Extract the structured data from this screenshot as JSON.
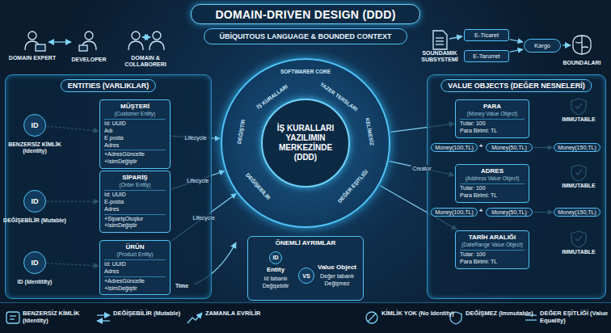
{
  "diagram": {
    "title": "DOMAIN-DRIVEN DESIGN (DDD)",
    "nodes": [
      {
        "text": [
          "ÜBİQUITOUS LANGUAGE & BOUNDED CONTEXT"
        ]
      },
      {
        "text": [
          "E-Ticaret"
        ]
      },
      {
        "text": [
          "E-Tarurret"
        ]
      },
      {
        "text": [
          "Kargo"
        ]
      },
      {
        "text": [
          "ENTITIES (VARLIKLAR)"
        ]
      },
      {
        "text": [
          "ID",
          "BENZERSİZ KİMLİK (Identity)"
        ],
        "in": 4
      },
      {
        "text": [
          "MÜŞTERİ",
          "(Customer Entity)",
          "Id: UUID",
          "Adı",
          "E posta",
          "Adres",
          "+AdresGüncelle",
          "+IsimDeğiştir"
        ],
        "in": 4
      },
      {
        "text": [
          "ID",
          "DEĞİŞEBİLİR (Mutable)"
        ],
        "in": 4
      },
      {
        "text": [
          "SİPARİŞ",
          "(Order Entity)",
          "Id: UUID",
          "E-posta",
          "Adres",
          "+SiparişOluştur",
          "+IsimDeğiştir"
        ],
        "in": 4
      },
      {
        "text": [
          "ID",
          "ID (Identitity)"
        ],
        "in": 4
      },
      {
        "text": [
          "ÜRÜN",
          "(Product Entity)",
          "Id: UUID",
          "Adres",
          "+AdresGüncelle",
          "+IsimDeğiştir"
        ],
        "in": 4
      },
      {
        "text": [
          "SOFTWARER CORE",
          "İŞ KURALLARI",
          "YAZER TERSLARI",
          "KELİMESİZ",
          "DEĞİŞTİR",
          "DEĞİŞEBİLİR",
          "DEĞER EŞİTLİĞİ"
        ]
      },
      {
        "text": [
          "İŞ KURALLARI YAZILIMIN MERKEZİNDE (DDD)"
        ],
        "in": 11
      },
      {
        "text": [
          "ÖNEMLİ AYRIMLAR"
        ]
      },
      {
        "text": [
          "ID",
          "Entity",
          "Id tabanlı",
          "Değişebilir"
        ],
        "in": 13
      },
      {
        "text": [
          "VS"
        ],
        "in": 13
      },
      {
        "text": [
          "Value Object",
          "Değer tabanlı",
          "Değişmez"
        ],
        "in": 13
      },
      {
        "text": [
          "VALUE OBJECTS (DEĞER NESNELERİ)"
        ]
      },
      {
        "text": [
          "PARA",
          "(Money Value Object)",
          "Tutar: 100",
          "Para Birimi: TL"
        ],
        "in": 17
      },
      {
        "text": [
          "Money(100,TL)"
        ],
        "in": 17
      },
      {
        "text": [
          "Money(50,TL)"
        ],
        "in": 17
      },
      {
        "text": [
          "Money(150,TL)"
        ],
        "in": 17
      },
      {
        "text": [
          "ADRES",
          "(Address Value Object)",
          "Tutar: 100",
          "Para Birimi: TL"
        ],
        "in": 17
      },
      {
        "text": [
          "Money(100,TL)"
        ],
        "in": 17
      },
      {
        "text": [
          "Money(50,TL)"
        ],
        "in": 17
      },
      {
        "text": [
          "Money(150,TL)"
        ],
        "in": 17
      },
      {
        "text": [
          "TARİH ARALIĞI",
          "(DateRange Value Object)",
          "Tutar: 100",
          "Para Birimi: TL"
        ],
        "in": 17
      }
    ],
    "edges": [
      {
        "from": 5,
        "to": 6,
        "arrow": "to"
      },
      {
        "from": 7,
        "to": 8,
        "arrow": "to"
      },
      {
        "from": 9,
        "to": 10,
        "arrow": "to"
      },
      {
        "from": 6,
        "to": 11,
        "label": "Lifecycle",
        "arrow": "to"
      },
      {
        "from": 8,
        "to": 11,
        "label": "Lifecycle",
        "arrow": "to"
      },
      {
        "from": 10,
        "to": 11,
        "label": "Lifecycle",
        "arrow": "to"
      },
      {
        "from": 11,
        "to": 18,
        "arrow": "to"
      },
      {
        "from": 11,
        "to": 22,
        "label": "Creator",
        "arrow": "to"
      },
      {
        "from": 11,
        "to": 26,
        "arrow": "to"
      },
      {
        "from": 1,
        "to": 3,
        "arrow": "to"
      },
      {
        "from": 2,
        "to": 3,
        "arrow": "to"
      },
      {
        "from": 20,
        "to": 21,
        "arrow": "to"
      },
      {
        "from": 24,
        "to": 25,
        "arrow": "to"
      }
    ],
    "labels": [
      "DOMAIN EXPERT",
      "DEVELOPER",
      "DOMAIN & COLLABORERI",
      "SOUNDAMIK SUBSYSTEMİ",
      "BOUNDALARI",
      "Time",
      "+",
      "+",
      "IMMUTABLE",
      "IMMUTABLE",
      "IMMUTABLE"
    ],
    "legend": [
      {
        "text": "BENZERSİZ KİMLİK (Identity)"
      },
      {
        "text": "DEĞİŞEBİLİR (Mutable)"
      },
      {
        "text": "ZAMANLA EVRİLİR"
      },
      {
        "text": "KİMLİK YOK (No Identity)"
      },
      {
        "text": "DEĞİŞMEZ (Immutable)"
      },
      {
        "text": "DEĞER EŞİTLİĞİ (Value Equality)"
      }
    ]
  }
}
